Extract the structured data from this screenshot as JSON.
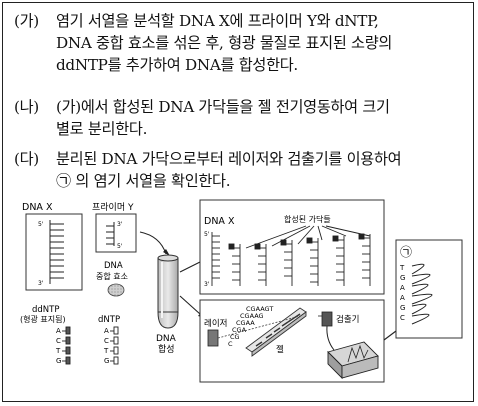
{
  "steps": [
    {
      "mark": "(가)",
      "lines": [
        "염기 서열을 분석할 DNA X에 프라이머 Y와 dNTP,",
        "DNA 중합 효소를 섞은 후, 형광 물질로 표지된 소량의",
        "ddNTP를 추가하여 DNA를 합성한다."
      ]
    },
    {
      "mark": "(나)",
      "lines": [
        "(가)에서 합성된 DNA 가닥들을 젤 전기영동하여 크기",
        "별로 분리한다."
      ]
    },
    {
      "mark": "(다)",
      "lines": [
        "분리된 DNA 가닥으로부터 레이저와 검출기를 이용하여",
        "㉠ 의 염기 서열을 확인한다."
      ]
    }
  ],
  "diagram": {
    "dna_x": "DNA X",
    "primer_y": "프라이머 Y",
    "enzyme": [
      "DNA",
      "중합 효소"
    ],
    "ddntp_title": [
      "ddNTP",
      "(형광 표지됨)"
    ],
    "dntp_title": "dNTP",
    "nucleotides": [
      "A",
      "C",
      "T",
      "G"
    ],
    "tube_label": [
      "DNA",
      "합성"
    ],
    "panel_dna_x": "DNA X",
    "panel_strands": "합성된 가닥들",
    "prime5": "5'",
    "prime3": "3'",
    "gel_fragments": [
      "CGAAGT",
      "CGAAG",
      "CGAA",
      "CGA",
      "CG",
      "C"
    ],
    "laser": "레이저",
    "detector": "검출기",
    "gel": "젤",
    "result_mark": "㉠",
    "result_seq": "TGAAGC"
  }
}
